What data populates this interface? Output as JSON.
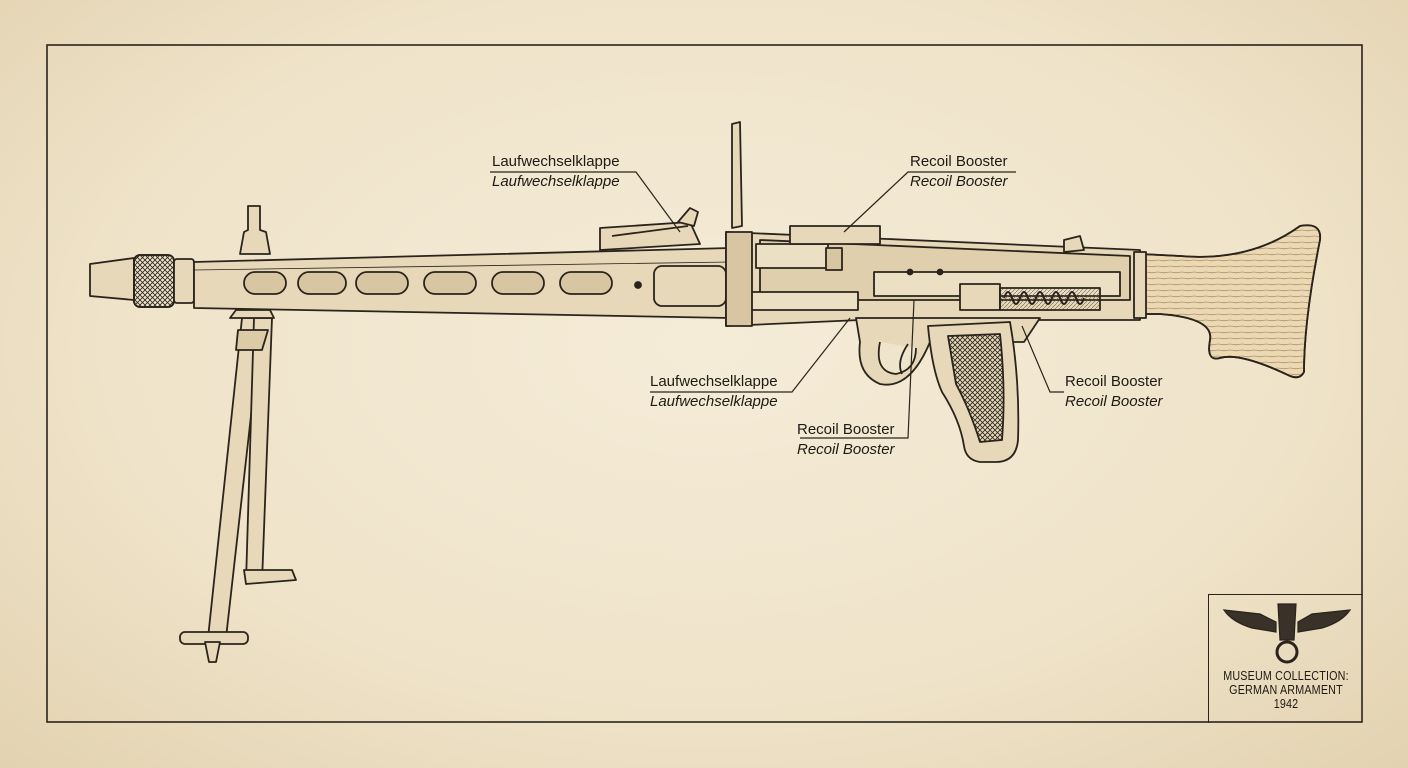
{
  "colors": {
    "paper": "#efe4cc",
    "ink": "#2a241c",
    "metal": "#e6d8b8",
    "wood": "#ecd9b4"
  },
  "callouts": [
    {
      "id": "top-left",
      "primary": "Laufwechselklappe",
      "secondary": "Laufwechselklappe"
    },
    {
      "id": "top-right",
      "primary": "Recoil Booster",
      "secondary": "Recoil Booster"
    },
    {
      "id": "mid-left",
      "primary": "Laufwechselklappe",
      "secondary": "Laufwechselklappe"
    },
    {
      "id": "mid-right",
      "primary": "Recoil Booster",
      "secondary": "Recoil Booster"
    },
    {
      "id": "bottom",
      "primary": "Recoil Booster",
      "secondary": "Recoil Booster"
    }
  ],
  "plate": {
    "line1": "MUSEUM COLLECTION:",
    "line2": "GERMAN ARMAMENT",
    "line3": "1942",
    "emblem": "eagle-emblem-icon"
  }
}
